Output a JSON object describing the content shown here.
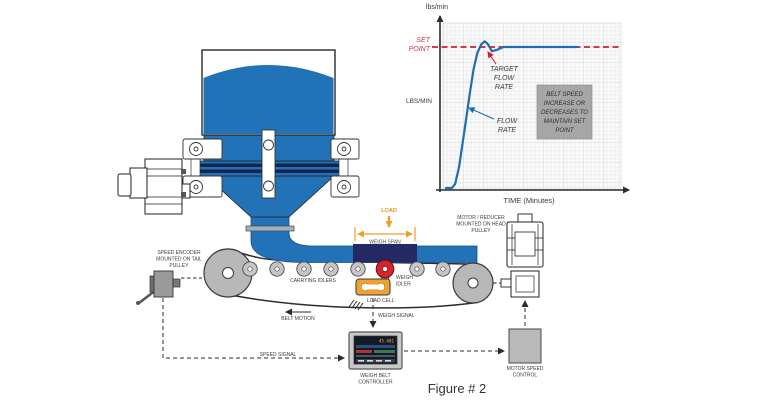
{
  "figure": {
    "caption": "Figure # 2"
  },
  "chart_data": {
    "type": "line",
    "title": "",
    "ylabel": "lbs/min",
    "y_axis_mid_label": "LBS/MIN",
    "xlabel": "TIME (Minutes)",
    "grid": true,
    "legend_position": "none",
    "x_range_minutes": [
      0,
      10
    ],
    "set_point": {
      "label_lines": [
        "SET",
        "POINT"
      ],
      "value_pct": 100,
      "line_style": "dashed",
      "color": "#cf1f2e"
    },
    "series": [
      {
        "name": "FLOW RATE",
        "color": "#1e6cb5",
        "x_minutes": [
          0,
          0.45,
          0.7,
          1.0,
          1.4,
          1.8,
          2.1,
          2.4,
          2.7,
          2.95,
          3.2,
          3.5,
          3.9,
          4.4,
          5,
          6,
          7,
          8,
          9,
          10
        ],
        "y_pct_of_set_point": [
          0,
          0,
          3,
          15,
          40,
          66,
          84,
          96,
          102,
          104,
          102,
          97,
          98,
          100,
          100,
          100,
          100,
          100,
          100,
          100
        ]
      }
    ],
    "annotations": {
      "target_flow_rate_lines": [
        "TARGET",
        "FLOW",
        "RATE"
      ],
      "flow_rate_lines": [
        "FLOW",
        "RATE"
      ],
      "note_lines": [
        "BELT SPEED",
        "INCREASE OR",
        "DECREASES TO",
        "MAINTAIN SET",
        "POINT"
      ]
    }
  },
  "diagram": {
    "speed_encoder_lines": [
      "SPEED ENCODER",
      "MOUNTED ON TAIL",
      "PULLEY"
    ],
    "carrying_idlers_label": "CARRYING IDLERS",
    "weigh_idler_lines": [
      "WEIGH",
      "IDLER"
    ],
    "load_cell_label": "LOAD CELL",
    "belt_motion_label": "BELT MOTION",
    "weigh_signal_label": "WEIGH SIGNAL",
    "speed_signal_label": "SPEED SIGNAL",
    "load_label": "LOAD",
    "weigh_span_label": "WEIGH SPAN",
    "motor_reducer_lines": [
      "MOTOR / REDUCER",
      "MOUNTED ON HEAD",
      "PULLEY"
    ],
    "controller_lines": [
      "WEIGH BELT",
      "CONTROLLER"
    ],
    "controller_display_value": "45.481",
    "motor_speed_control_lines": [
      "MOTOR SPEED",
      "CONTROL"
    ]
  },
  "colors": {
    "material_blue": "#2272b8",
    "weigh_span_navy": "#232a63",
    "accent_orange": "#ef9d28",
    "weigh_idler_red": "#d8232e",
    "set_point_red": "#cf1f2e",
    "flow_curve_blue": "#1e6cb5",
    "pulley_gray": "#b8b8b8",
    "note_box_gray": "#a6a6a6"
  }
}
